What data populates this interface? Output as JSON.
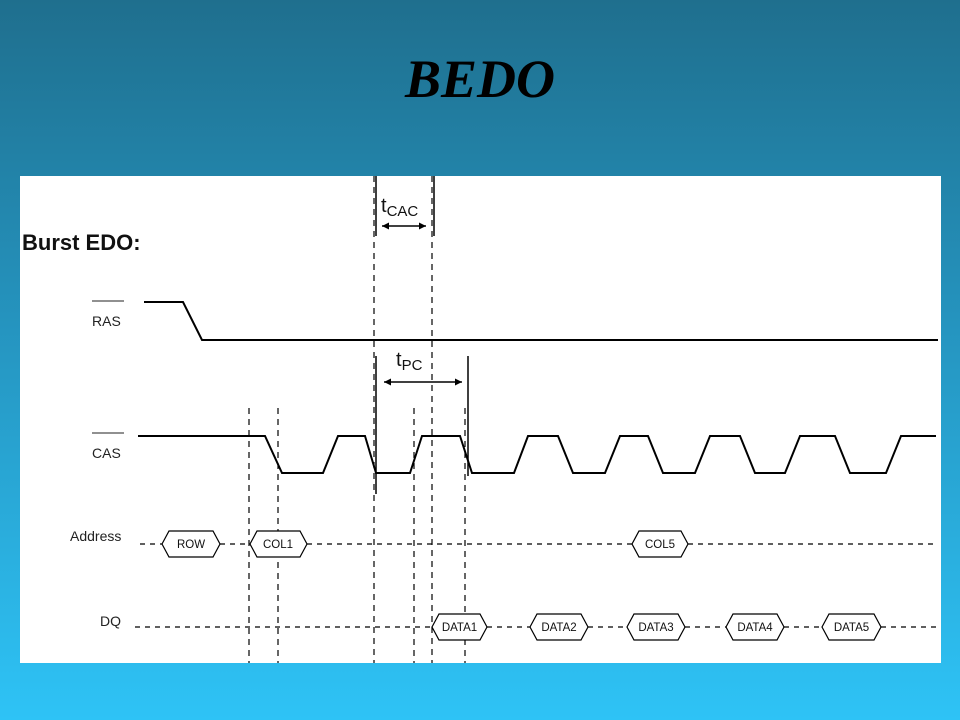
{
  "slide": {
    "title": "BEDO"
  },
  "diagram": {
    "panel_title": "Burst EDO:",
    "signals": {
      "ras": "RAS",
      "cas": "CAS",
      "address": "Address",
      "dq": "DQ"
    },
    "address_boxes": [
      "ROW",
      "COL1",
      "COL5"
    ],
    "data_boxes": [
      "DATA1",
      "DATA2",
      "DATA3",
      "DATA4",
      "DATA5"
    ],
    "timing": {
      "tcac": {
        "t": "t",
        "sub": "CAC"
      },
      "tpc": {
        "t": "t",
        "sub": "PC"
      }
    }
  }
}
